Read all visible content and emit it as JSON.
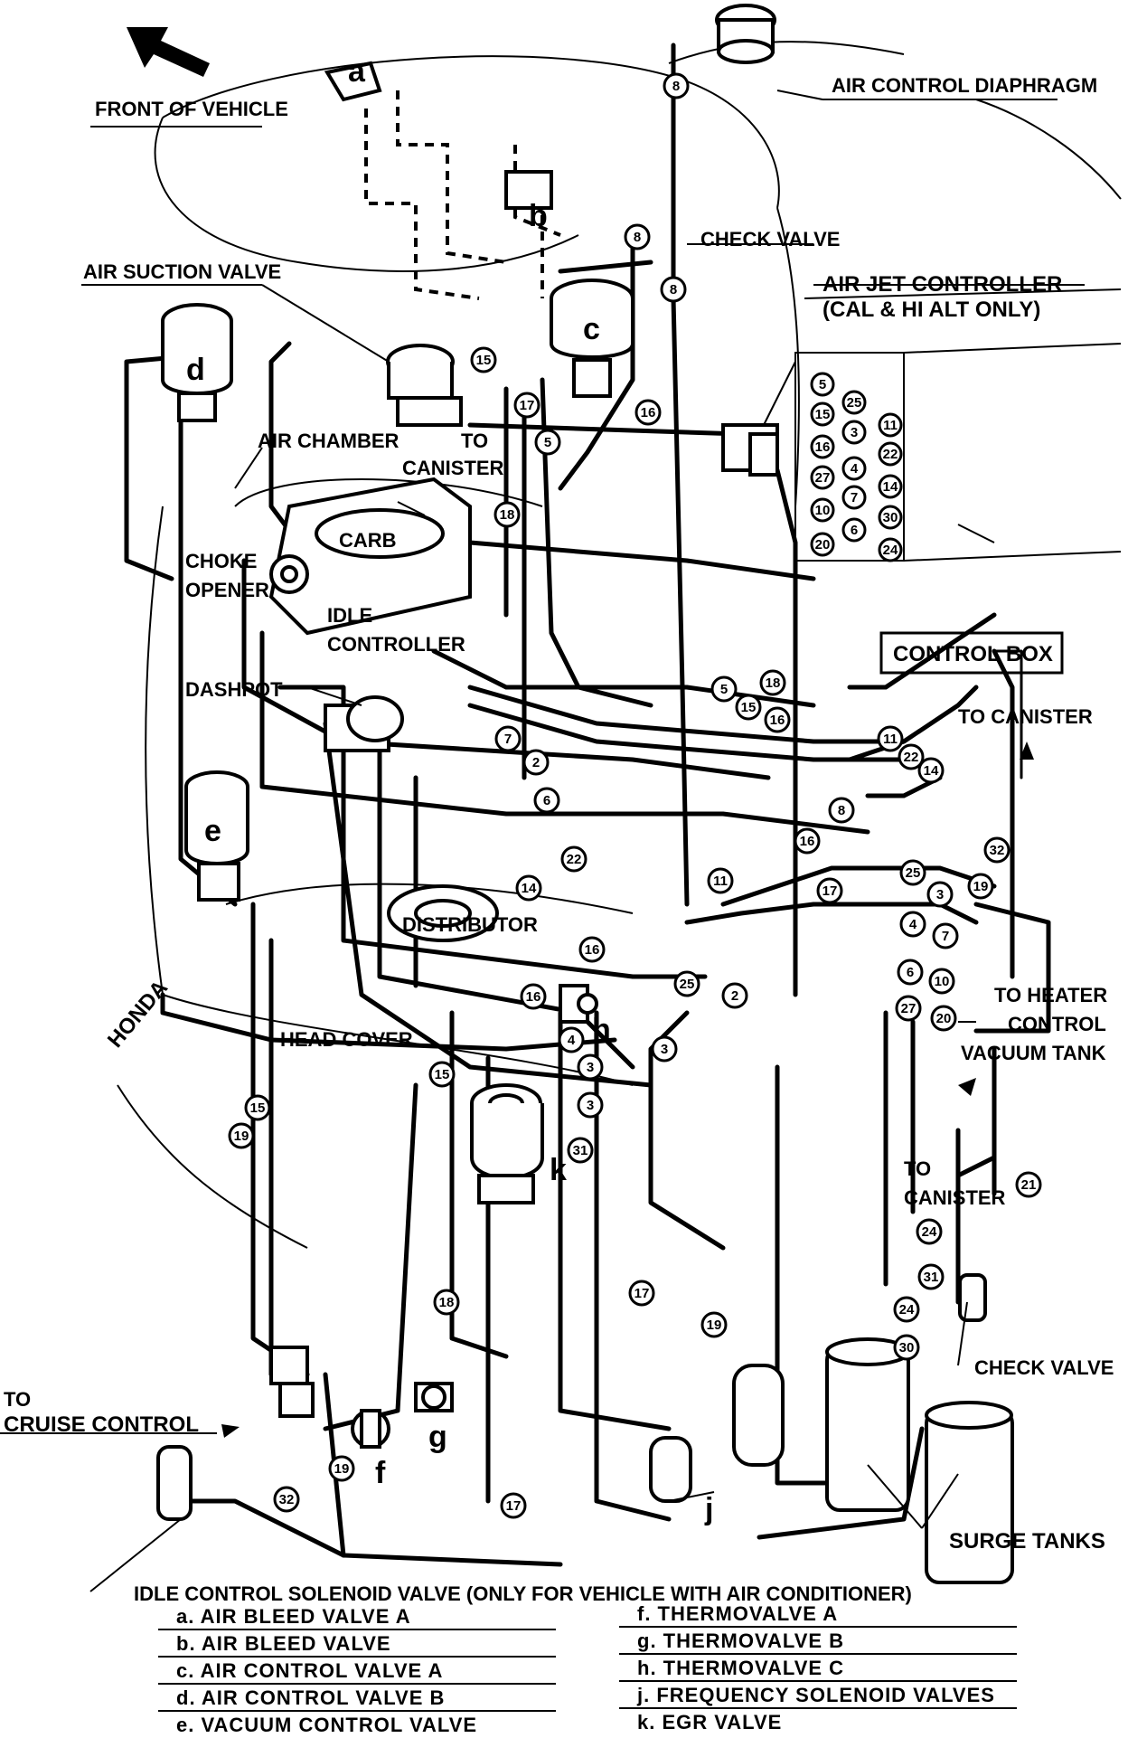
{
  "labels": {
    "front_of_vehicle": "FRONT OF VEHICLE",
    "air_control_diaphragm": "AIR CONTROL DIAPHRAGM",
    "check_valve_top": "CHECK VALVE",
    "air_jet_controller_1": "AIR JET CONTROLLER",
    "air_jet_controller_2": "(CAL & HI ALT ONLY)",
    "air_suction_valve": "AIR SUCTION VALVE",
    "air_chamber": "AIR CHAMBER",
    "to_canister_1a": "TO",
    "to_canister_1b": "CANISTER",
    "carb": "CARB",
    "choke_opener_1": "CHOKE",
    "choke_opener_2": "OPENER",
    "idle_controller_1": "IDLE",
    "idle_controller_2": "CONTROLLER",
    "dashpot": "DASHPOT",
    "control_box": "CONTROL BOX",
    "to_canister_2": "TO CANISTER",
    "distributor": "DISTRIBUTOR",
    "head_cover": "HEAD COVER",
    "honda": "HONDA",
    "to_heater_1": "TO HEATER",
    "to_heater_2": "CONTROL",
    "to_heater_3": "VACUUM TANK",
    "to_canister_3a": "TO",
    "to_canister_3b": "CANISTER",
    "check_valve_bottom": "CHECK VALVE",
    "to_cruise_1": "TO",
    "to_cruise_2": "CRUISE CONTROL",
    "surge_tanks": "SURGE TANKS",
    "idle_solenoid": "IDLE CONTROL SOLENOID VALVE (ONLY FOR VEHICLE WITH AIR CONDITIONER)"
  },
  "component_letters": [
    "a",
    "b",
    "c",
    "d",
    "e",
    "f",
    "g",
    "h",
    "j",
    "k"
  ],
  "control_box_ports": [
    "5",
    "25",
    "15",
    "3",
    "11",
    "16",
    "22",
    "27",
    "4",
    "14",
    "10",
    "7",
    "30",
    "20",
    "6",
    "24"
  ],
  "hose_numbers": {
    "n8a": "8",
    "n8b": "8",
    "n8c": "8",
    "n15a": "15",
    "n17a": "17",
    "n5a": "5",
    "n16a": "16",
    "n18a": "18",
    "n5b": "5",
    "n18b": "18",
    "n15b": "15",
    "n16b": "16",
    "n7a": "7",
    "n2a": "2",
    "n6a": "6",
    "n11a": "11",
    "n22a": "22",
    "n14a": "14",
    "n16c": "16",
    "n8d": "8",
    "n32a": "32",
    "n19a": "19",
    "n22b": "22",
    "n14b": "14",
    "n11b": "11",
    "n17b": "17",
    "n25a": "25",
    "n3a": "3",
    "n4a": "4",
    "n7b": "7",
    "n6b": "6",
    "n10a": "10",
    "n27a": "27",
    "n20a": "20",
    "n16d": "16",
    "n16e": "16",
    "n4b": "4",
    "n25b": "25",
    "n2b": "2",
    "n3b": "3",
    "n3c": "3",
    "n3d": "3",
    "n31a": "31",
    "n15c": "15",
    "n15d": "15",
    "n19b": "19",
    "n21a": "21",
    "n24a": "24",
    "n31b": "31",
    "n18c": "18",
    "n17c": "17",
    "n19c": "19",
    "n24b": "24",
    "n30a": "30",
    "n19d": "19",
    "n17d": "17",
    "n32b": "32"
  },
  "legend": {
    "left": [
      "a.  AIR  BLEED  VALVE  A",
      "b.  AIR  BLEED  VALVE",
      "c.  AIR  CONTROL  VALVE  A",
      "d.  AIR  CONTROL  VALVE  B",
      "e.  VACUUM  CONTROL  VALVE"
    ],
    "right": [
      "f.  THERMOVALVE  A",
      "g.  THERMOVALVE  B",
      "h.  THERMOVALVE  C",
      "j.  FREQUENCY  SOLENOID  VALVES",
      "k.  EGR  VALVE"
    ]
  }
}
